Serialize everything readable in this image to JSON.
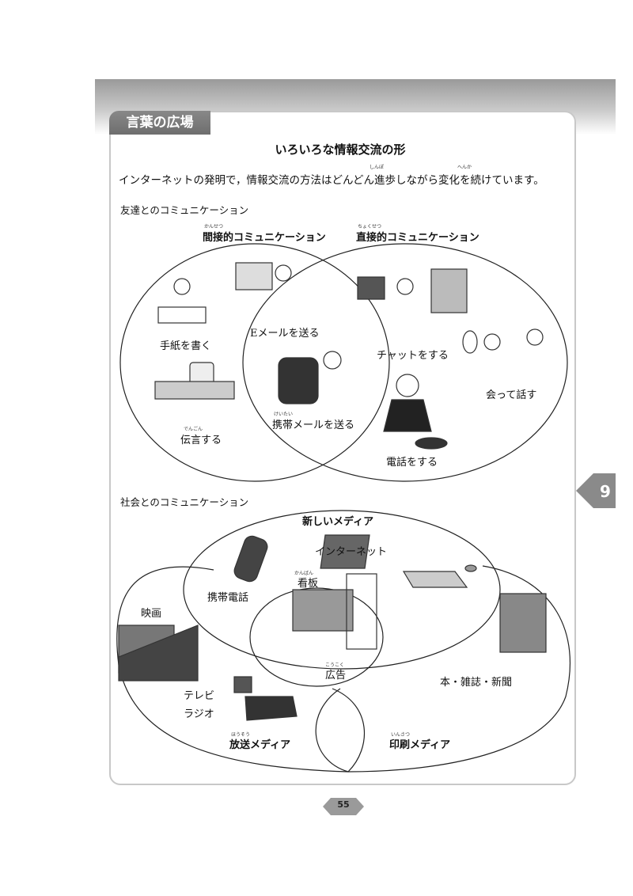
{
  "section_tab": "言葉の広場",
  "title": "いろいろな情報交流の形",
  "intro": "インターネットの発明で，情報交流の方法はどんどん進歩しながら変化を続けています。",
  "intro_ruby": {
    "shinpo": "しんぽ",
    "henka": "へんか"
  },
  "friends": {
    "label": "友達とのコミュニケーション",
    "indirect": {
      "title": "間接的コミュニケーション",
      "ruby": "かんせつ"
    },
    "direct": {
      "title": "直接的コミュニケーション",
      "ruby": "ちょくせつ"
    },
    "items": {
      "letter": "手紙を書く",
      "email": "Eメールを送る",
      "memo": "伝言する",
      "memo_ruby": "でんごん",
      "mobile_mail": "携帯メールを送る",
      "mobile_mail_ruby": "けいたい",
      "chat": "チャットをする",
      "meet": "会って話す",
      "phone": "電話をする"
    }
  },
  "society": {
    "label": "社会とのコミュニケーション",
    "new_media": "新しいメディア",
    "internet": "インターネット",
    "mobile_phone": "携帯電話",
    "signboard": "看板",
    "signboard_ruby": "かんばん",
    "movie": "映画",
    "ad": "広告",
    "ad_ruby": "こうこく",
    "tv": "テレビ",
    "radio": "ラジオ",
    "books": "本・雑誌・新聞",
    "broadcast_media": "放送メディア",
    "broadcast_ruby": "ほうそう",
    "print_media": "印刷メディア",
    "print_ruby": "いんさつ"
  },
  "side_tab": "9",
  "page_number": "55"
}
